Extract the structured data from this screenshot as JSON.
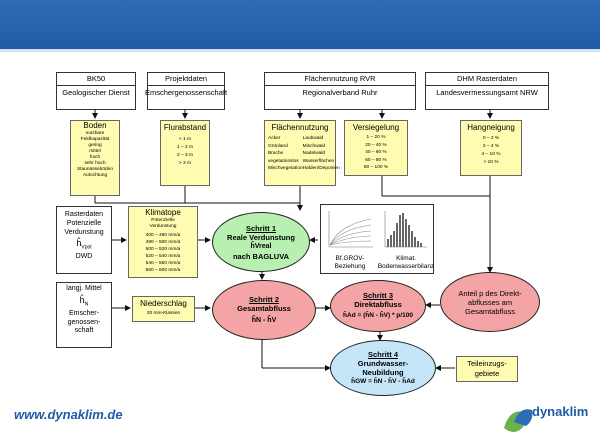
{
  "sources": {
    "bkso": {
      "title": "BK50",
      "subtitle": "Geologischer Dienst"
    },
    "projekt": {
      "title": "Projektdaten",
      "subtitle": "Emschergenossenschaft"
    },
    "flaeche": {
      "title": "Flächennutzung RVR",
      "subtitle": "Regionalverband Ruhr"
    },
    "dhm": {
      "title": "DHM Rasterdaten",
      "subtitle": "Landesvermessungsamt NRW"
    }
  },
  "params": {
    "boden": {
      "title": "Boden",
      "items": [
        "nutzbare Feldkapazität",
        "gering",
        "mittel",
        "hoch",
        "sehr hoch",
        "Staunässeböden",
        "Autochtung"
      ]
    },
    "flurabstand": {
      "title": "Flurabstand",
      "items": [
        "< 1 m",
        "1 – 2 m",
        "2 – 3 m",
        "> 3 m"
      ]
    },
    "flaechennutzung": {
      "title": "Flächennutzung",
      "col1": [
        "Acker",
        "Grünland",
        "Brache",
        "vegetationslos",
        "Mischvegetation"
      ],
      "col2": [
        "Laubwald",
        "Mischwald",
        "Nadelwald",
        "Wasserflächen",
        "Halden/Deponien"
      ]
    },
    "versiegelung": {
      "title": "Versiegelung",
      "items": [
        "1 – 20 %",
        "20 – 40 %",
        "40 – 60 %",
        "60 – 80 %",
        "80 – 100 %"
      ]
    },
    "hangneigung": {
      "title": "Hangneigung",
      "items": [
        "0 – 2 %",
        "2 – 4 %",
        "4 – 10 %",
        "> 10 %"
      ]
    }
  },
  "raster": {
    "line1": "Rasterdaten",
    "line2": "Potenzielle",
    "line3": "Verdunstung",
    "symbol": "ĥ",
    "sub": "Vpot",
    "line4": "DWD"
  },
  "klimatope": {
    "title": "Klimatope",
    "subtitle1": "Potenzielle",
    "subtitle2": "Verdunstung",
    "items": [
      "400 – 480 mm/a",
      "480 – 500 mm/a",
      "500 – 520 mm/a",
      "520 – 540 mm/a",
      "540 – 560 mm/a",
      "560 – 600 mm/a"
    ]
  },
  "mittel": {
    "line1": "langj. Mittel",
    "symbol": "ĥ",
    "sub": "N",
    "line2": "Emscher-",
    "line3": "genossen-",
    "line4": "schaft"
  },
  "niederschlag": {
    "title": "Niederschlag",
    "subtitle": "20 mm-Klassen"
  },
  "schritt1": {
    "step": "Schritt 1",
    "line1": "Reale Verdunstung",
    "formula": "ĥVreal",
    "line2": "nach BAGLUVA"
  },
  "schritt2": {
    "step": "Schritt 2",
    "line1": "Gesamtabfluss",
    "formula": "ĥN - ĥV"
  },
  "schritt3": {
    "step": "Schritt 3",
    "line1": "Direktabfluss",
    "formula": "ĥAd = (ĥN - ĥV) * p/100"
  },
  "schritt4": {
    "step": "Schritt 4",
    "line1": "Grundwasser-",
    "line2": "Neubildung",
    "formula": "ĥGW = ĥN - ĥV - ĥAd"
  },
  "charts": {
    "label1a": "Bf.GROV-",
    "label1b": "Beziehung",
    "label2a": "Klimat.",
    "label2b": "Bodenwasserbilanz"
  },
  "anteil": {
    "line1": "Anteil p des Direkt-",
    "line2": "abflusses am",
    "line3": "Gesamtabfluss"
  },
  "teileinzug": {
    "line1": "Teileinzugs-",
    "line2": "gebiete"
  },
  "footer": {
    "url": "www.dynaklim.de",
    "logo": "dynaklim"
  },
  "colors": {
    "green": "#b7f0b0",
    "red": "#f4a4a4",
    "blue": "#c4e6f8",
    "yellow": "#fffbb0",
    "header": "#1f5aa6"
  }
}
